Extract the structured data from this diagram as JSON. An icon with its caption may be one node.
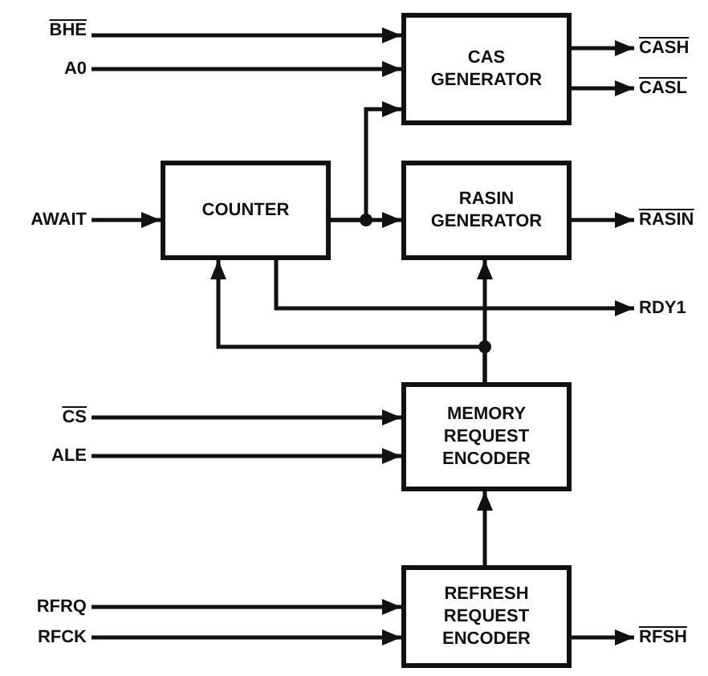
{
  "diagram": {
    "nodes": [
      {
        "text": [
          "BHE"
        ]
      },
      {
        "text": [
          "A0"
        ]
      },
      {
        "text": [
          "CAS GENERATOR"
        ]
      },
      {
        "text": [
          "CASH"
        ]
      },
      {
        "text": [
          "CASL"
        ]
      },
      {
        "text": [
          "AWAIT"
        ]
      },
      {
        "text": [
          "COUNTER"
        ]
      },
      {
        "text": [
          "RASIN GENERATOR"
        ]
      },
      {
        "text": [
          "RASIN"
        ]
      },
      {
        "text": [
          "RDY1"
        ]
      },
      {
        "text": [
          "CS"
        ]
      },
      {
        "text": [
          "ALE"
        ]
      },
      {
        "text": [
          "MEMORY REQUEST ENCODER"
        ]
      },
      {
        "text": [
          "RFRQ"
        ]
      },
      {
        "text": [
          "RFCK"
        ]
      },
      {
        "text": [
          "REFRESH REQUEST ENCODER"
        ]
      },
      {
        "text": [
          "RFSH"
        ]
      }
    ],
    "edges": [
      {
        "from": 0,
        "to": 2,
        "arrow": "to"
      },
      {
        "from": 1,
        "to": 2,
        "arrow": "to"
      },
      {
        "from": 2,
        "to": 3,
        "arrow": "to"
      },
      {
        "from": 2,
        "to": 4,
        "arrow": "to"
      },
      {
        "from": 5,
        "to": 6,
        "arrow": "to"
      },
      {
        "from": 6,
        "to": 7,
        "arrow": "to"
      },
      {
        "from": 6,
        "to": 2,
        "arrow": "to"
      },
      {
        "from": 7,
        "to": 8,
        "arrow": "to"
      },
      {
        "from": 6,
        "to": 9,
        "arrow": "to"
      },
      {
        "from": 12,
        "to": 7,
        "arrow": "to"
      },
      {
        "from": 12,
        "to": 6,
        "arrow": "to"
      },
      {
        "from": 10,
        "to": 12,
        "arrow": "to"
      },
      {
        "from": 11,
        "to": 12,
        "arrow": "to"
      },
      {
        "from": 15,
        "to": 12,
        "arrow": "to"
      },
      {
        "from": 13,
        "to": 15,
        "arrow": "to"
      },
      {
        "from": 14,
        "to": 15,
        "arrow": "to"
      },
      {
        "from": 15,
        "to": 16,
        "arrow": "to"
      }
    ]
  }
}
